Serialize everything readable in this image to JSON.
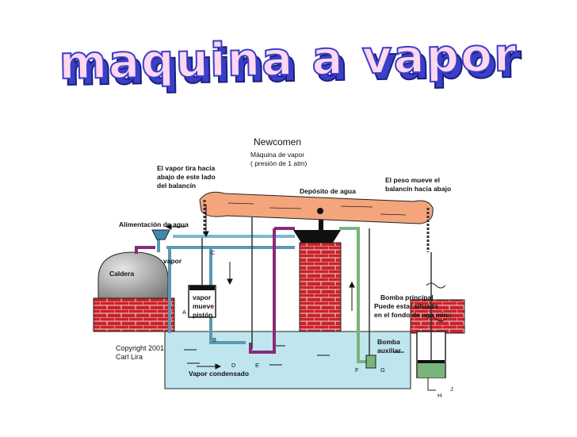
{
  "title": "maquina a vapor",
  "diagram": {
    "heading": "Newcomen",
    "subheading_line1": "Máquina de vapor",
    "subheading_line2": "( presión de 1 atm)",
    "steam_pull_line1": "El vapor tira hacia",
    "steam_pull_line2": "abajo de este lado",
    "steam_pull_line3": "del balancín",
    "weight_line1": "El peso mueve el",
    "weight_line2": "balancín hacia abajo",
    "water_tank": "Depósito de agua",
    "feed": "Alimentación de agua",
    "boiler": "Caldera",
    "vapor": "vapor",
    "piston_line1": "vapor",
    "piston_line2": "mueve",
    "piston_line3": "pistón",
    "pump_line1": "Bomba principal",
    "pump_line2": "Puede estar situada",
    "pump_line3": "en el fondo de una mina",
    "aux_pump_line1": "Bomba",
    "aux_pump_line2": "auxiliar",
    "condensed": "Vapor condensado",
    "copyright_line1": "Copyright 2001",
    "copyright_line2": "Carl Lira",
    "letter_a": "A",
    "letter_b": "B",
    "letter_c": "C",
    "letter_d": "D",
    "letter_e": "E",
    "letter_f": "F",
    "letter_g": "G",
    "letter_h": "H",
    "letter_j": "J"
  },
  "colors": {
    "brick": "#c8242a",
    "mortar": "#f4d9d9",
    "beam": "#f4a57c",
    "water": "#bfe6ee",
    "steam_pipe": "#5b98b2",
    "condensate_pipe": "#8a2a7a",
    "feed_pipe": "#79b47a",
    "boiler": "#a7a7a7",
    "title_face": "#ffd7f0",
    "title_outline": "#3a3fc9"
  }
}
